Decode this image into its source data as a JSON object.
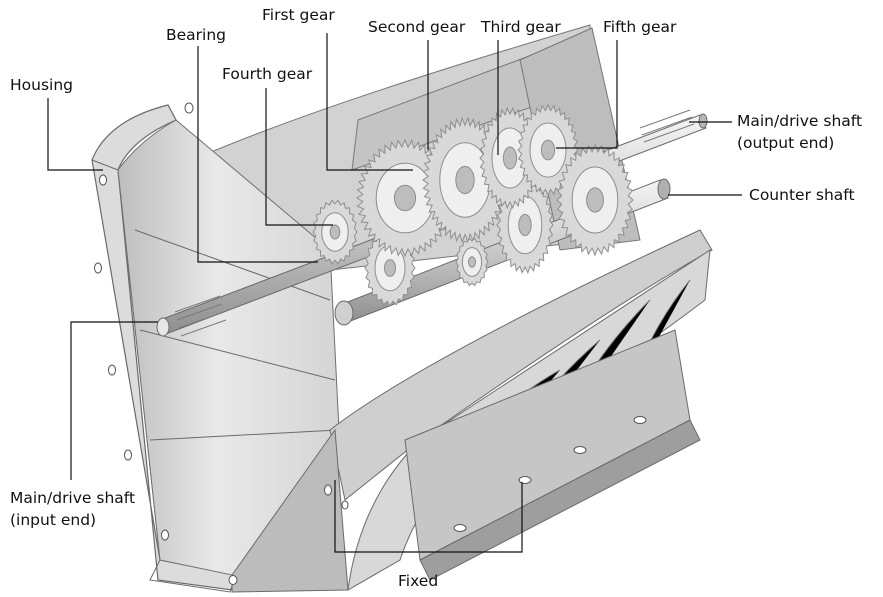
{
  "labels": {
    "housing": "Housing",
    "bearing": "Bearing",
    "first_gear": "First gear",
    "second_gear": "Second gear",
    "third_gear": "Third gear",
    "fifth_gear": "Fifth gear",
    "fourth_gear": "Fourth gear",
    "main_shaft_output_line1": "Main/drive shaft",
    "main_shaft_output_line2": "(output end)",
    "counter_shaft": "Counter shaft",
    "main_shaft_input_line1": "Main/drive shaft",
    "main_shaft_input_line2": "(input end)",
    "fixed": "Fixed"
  },
  "colors": {
    "housing_light": "#e6e6e6",
    "housing_mid": "#cfcfcf",
    "housing_dark": "#a9a9a9",
    "gear": "#d9d9d9",
    "gear_dark": "#8e8e8e",
    "line": "#111111"
  }
}
